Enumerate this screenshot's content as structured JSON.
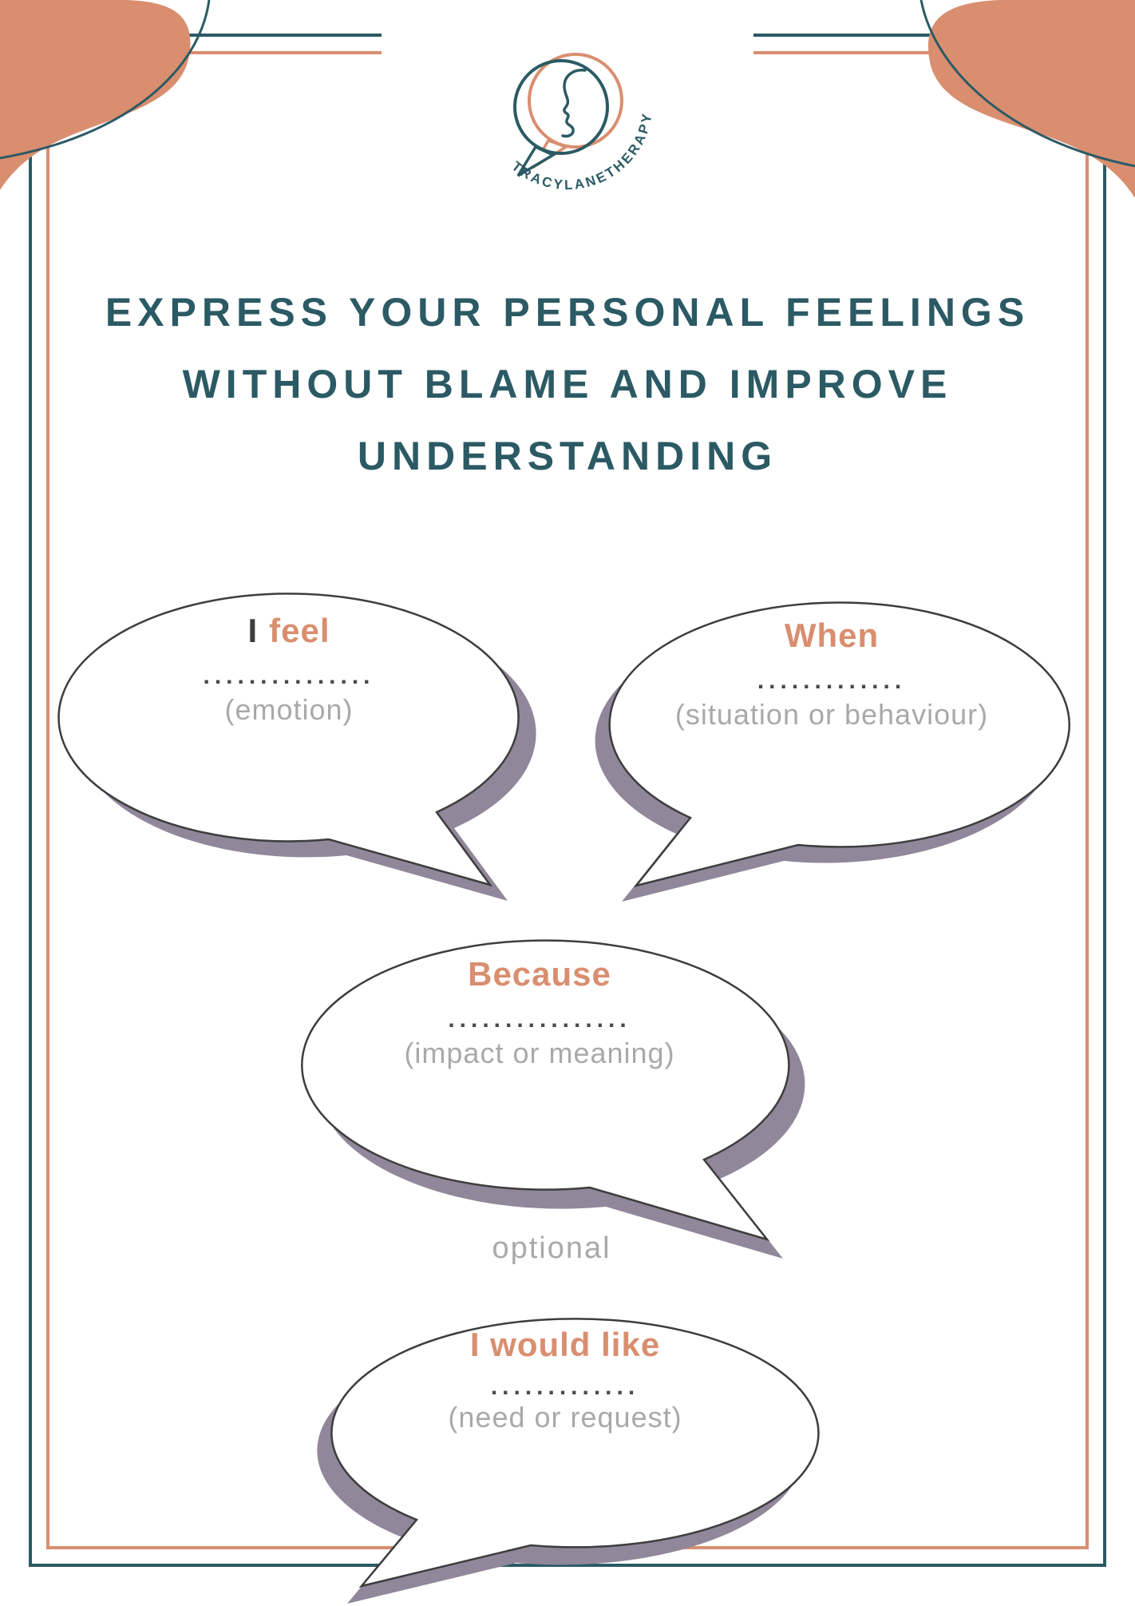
{
  "brand": {
    "name": "TRACYLANETHERAPY"
  },
  "title": {
    "line1": "EXPRESS YOUR PERSONAL FEELINGS",
    "line2": "WITHOUT BLAME AND IMPROVE",
    "line3": "UNDERSTANDING"
  },
  "bubbles": {
    "feel": {
      "prefix": "I",
      "keyword": "feel",
      "dots": "...............",
      "hint": "(emotion)"
    },
    "when": {
      "keyword": "When",
      "dots": ".............",
      "hint": "(situation or behaviour)"
    },
    "because": {
      "keyword": "Because",
      "dots": "................",
      "hint": "(impact or meaning)"
    },
    "wish": {
      "keyword": "I would like",
      "dots": ".............",
      "hint": "(need or request)"
    }
  },
  "labels": {
    "optional": "optional"
  },
  "colors": {
    "teal": "#2b5a64",
    "salmon": "#d98e70",
    "hint_gray": "#a9a9a9",
    "shadow": "#90879a",
    "outline": "#3d3d3d"
  }
}
